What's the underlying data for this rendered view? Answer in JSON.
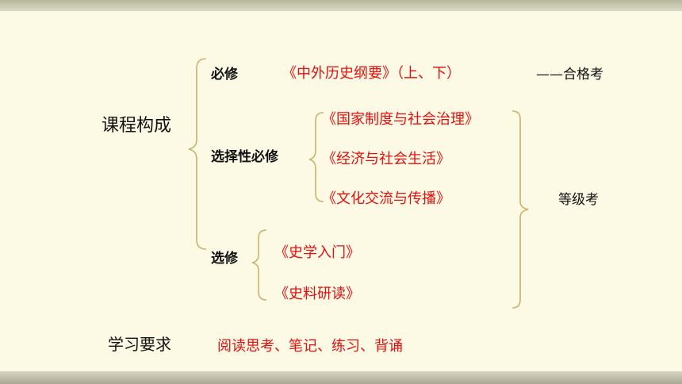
{
  "diagram": {
    "root_label": "课程构成",
    "categories": [
      {
        "label": "必修",
        "courses": [
          "《中外历史纲要》（上、下）"
        ],
        "exam": "——合格考"
      },
      {
        "label": "选择性必修",
        "courses": [
          "《国家制度与社会治理》",
          "《经济与社会生活》",
          "《文化交流与传播》"
        ]
      },
      {
        "label": "选修",
        "courses": [
          "《史学入门》",
          "《史料研读》"
        ]
      }
    ],
    "grade_exam": "等级考",
    "requirement_label": "学习要求",
    "requirement_text": "阅读思考、笔记、练习、背诵"
  },
  "colors": {
    "label": "#111111",
    "course": "#e60f0f",
    "bracket": "#c8b46a",
    "background": "#fcfae4"
  }
}
